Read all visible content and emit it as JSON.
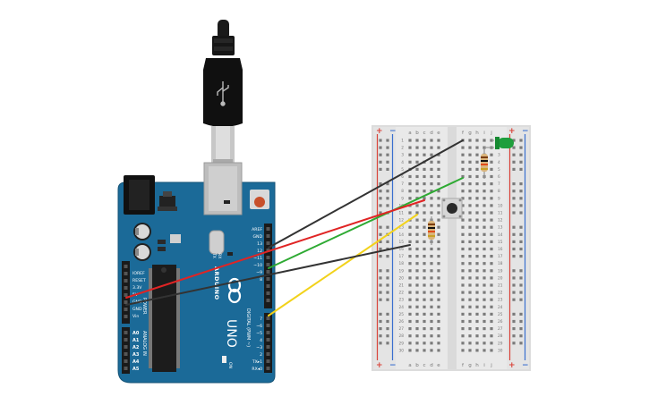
{
  "colors": {
    "board": "#1b6a98",
    "wire_red": "#e02424",
    "wire_green": "#2eaa33",
    "wire_dark": "#333333",
    "wire_yellow": "#f2d21b",
    "led": "#1e9e3c",
    "rail_red": "#d9433a",
    "rail_blue": "#3a6fcf"
  },
  "arduino": {
    "brand": "ARDUINO",
    "model": "UNO",
    "power_header_title": "POWER",
    "analog_header_title": "ANALOG IN",
    "digital_header_title": "DIGITAL (PWM ~)",
    "power_pins": [
      "IOREF",
      "RESET",
      "3.3V",
      "5V",
      "GND",
      "GND",
      "Vin"
    ],
    "analog_pins": [
      "A0",
      "A1",
      "A2",
      "A3",
      "A4",
      "A5"
    ],
    "digital_top_pins": [
      "AREF",
      "GND",
      "13",
      "12",
      "~11",
      "~10",
      "~9",
      "8"
    ],
    "digital_bottom_pins": [
      "7",
      "~6",
      "~5",
      "4",
      "~3",
      "2",
      "TX▸1",
      "RX◂0"
    ],
    "tx_label": "TX",
    "rx_label": "RX",
    "on_label": "ON"
  },
  "breadboard": {
    "columns_left": [
      "a",
      "b",
      "c",
      "d",
      "e"
    ],
    "columns_right": [
      "f",
      "g",
      "h",
      "i",
      "j"
    ],
    "row_numbers": [
      "1",
      "2",
      "3",
      "4",
      "5",
      "6",
      "7",
      "8",
      "9",
      "10",
      "11",
      "12",
      "13",
      "14",
      "15",
      "16",
      "17",
      "18",
      "19",
      "20",
      "21",
      "22",
      "23",
      "24",
      "25",
      "26",
      "27",
      "28",
      "29",
      "30"
    ],
    "rail_plus": "+",
    "rail_minus": "−"
  }
}
